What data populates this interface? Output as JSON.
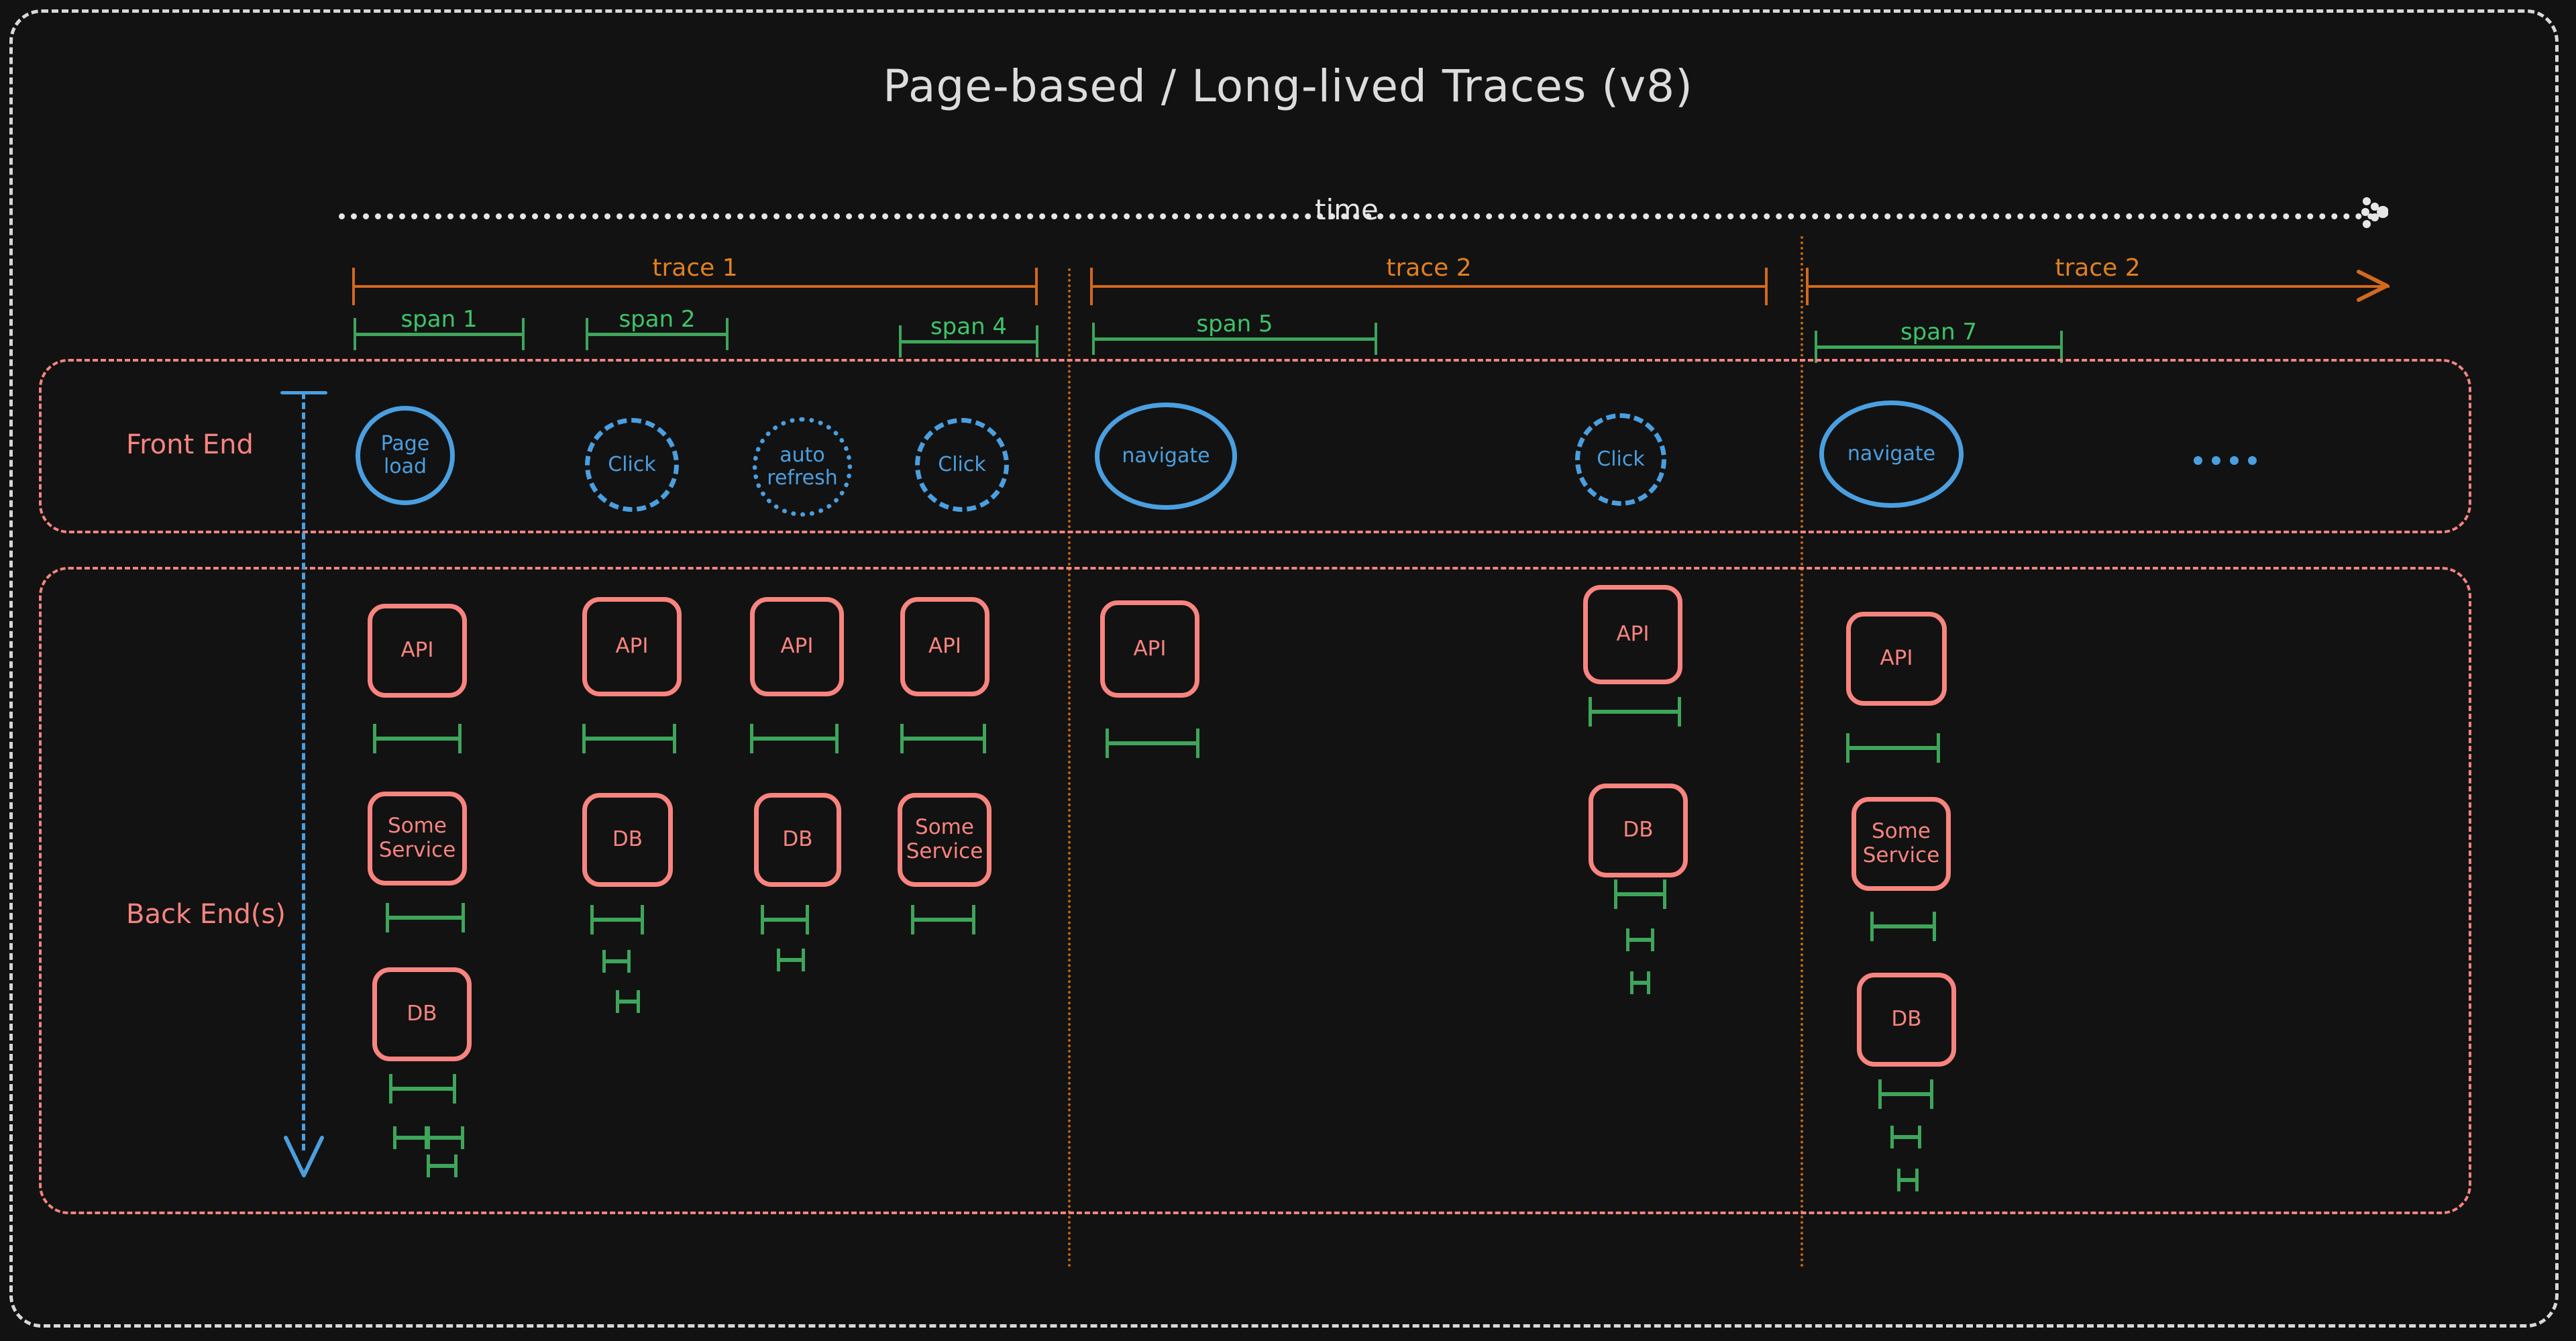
{
  "page": {
    "title": "Page-based / Long-lived Traces (v8)",
    "background": "#121212",
    "frame_color": "#d8d8d8"
  },
  "colors": {
    "trace": "#d2691e",
    "trace_text": "#e08020",
    "span": "#3ea55a",
    "span_text": "#3ec46a",
    "frontend": "#4a9fe0",
    "backend": "#f8847f",
    "time": "#e6e6e6"
  },
  "timeline": {
    "label": "time",
    "arrow_icon": "arrow-right-dotted"
  },
  "traces": [
    {
      "label": "trace 1",
      "has_arrowhead": false
    },
    {
      "label": "trace 2",
      "has_arrowhead": false
    },
    {
      "label": "trace 2",
      "has_arrowhead": true
    }
  ],
  "spans": [
    {
      "label": "span 1"
    },
    {
      "label": "span 2"
    },
    {
      "label": "span 4"
    },
    {
      "label": "span 5"
    },
    {
      "label": "span 7"
    }
  ],
  "lanes": {
    "frontend": {
      "label": "Front End"
    },
    "backend": {
      "label": "Back End(s)"
    }
  },
  "frontend_nodes": [
    {
      "label": "Page load",
      "style": "solid"
    },
    {
      "label": "Click",
      "style": "dashed"
    },
    {
      "label": "auto refresh",
      "style": "dotted"
    },
    {
      "label": "Click",
      "style": "dashed"
    },
    {
      "label": "navigate",
      "style": "solid"
    },
    {
      "label": "Click",
      "style": "dashed"
    },
    {
      "label": "navigate",
      "style": "solid"
    }
  ],
  "frontend_ellipsis": {
    "icon": "ellipsis-dots",
    "count": 4
  },
  "backend_columns": [
    {
      "nodes": [
        "API",
        "Some Service",
        "DB"
      ]
    },
    {
      "nodes": [
        "API",
        "DB"
      ]
    },
    {
      "nodes": [
        "API",
        "DB"
      ]
    },
    {
      "nodes": [
        "API",
        "Some Service"
      ]
    },
    {
      "nodes": [
        "API"
      ]
    },
    {
      "nodes": [
        "API",
        "DB"
      ]
    },
    {
      "nodes": [
        "API",
        "Some Service",
        "DB"
      ]
    }
  ],
  "down_arrow": {
    "icon": "arrow-down-dashed",
    "color": "#4a9fe0"
  }
}
